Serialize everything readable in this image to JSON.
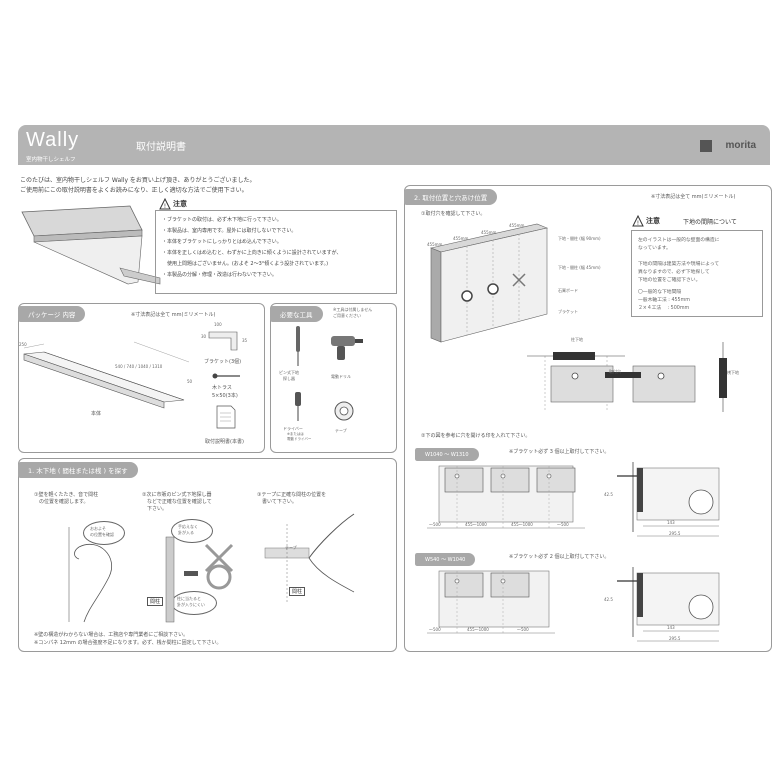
{
  "header": {
    "brand": "Wally",
    "brand_sub": "室内物干しシェルフ",
    "title": "取付説明書",
    "logo": "morita"
  },
  "intro": {
    "line1": "このたびは、室内物干しシェルフ Wally をお買い上げ頂き、ありがとうございました。",
    "line2": "ご使用前にこの取付説明書をよくお読みになり、正しく適切な方法でご使用下さい。"
  },
  "caution": {
    "label": "注意",
    "items": [
      "・ブラケットの取付は、必ず木下地に行って下さい。",
      "・本製品は、室内専用です。屋外には取付しないで下さい。",
      "・本体をブラケットにしっかりとはめ込んで下さい。",
      "・本体を正しくはめ込むと、わずかに上向きに傾くように設計されていますが、",
      "　使用上問題はございません。(およそ 2～3°傾くよう設計されています。)",
      "・本製品の分解・修理・改造は行わないで下さい。"
    ]
  },
  "package": {
    "tab": "パッケージ 内容",
    "unit_note": "※寸法表記は全て mm(ミリメートル)",
    "body_label": "本体",
    "body_dims": "540 / 740 / 1040 / 1310",
    "dim_left": "250",
    "dim_right": "50",
    "bracket_label": "ブラケット(3個)",
    "bracket_dims": [
      "100",
      "30",
      "35"
    ],
    "screw_label": "木トラス",
    "screw_size": "5×50(3本)",
    "manual_label": "取付説明書(本書)"
  },
  "tools": {
    "tab": "必要な工具",
    "tab_note": "※工具は付属しません\nご用意ください",
    "pin_finder": "ピン式下地\n探し器",
    "drill": "電動ドリル",
    "driver": "ドライバー",
    "driver_note": "※またはは\n電動ドライバー",
    "tape": "テープ"
  },
  "section1": {
    "tab": "1. 木下地 ( 間柱または桟 ) を探す",
    "step1": "①壁を軽くたたき、音で間柱\n　の位置を確認します。",
    "step1_bubble": "おおよそ\nの位置を確認",
    "step2": "②次に市販のピン式下地探し器\n　などで正確な位置を確認して\n　下さい。",
    "step2_bubble_top": "手応えなく\n針が入る",
    "step2_bubble_bottom": "柱に当たると\n針が入りにくい",
    "step2_label": "間柱",
    "step3": "③テープに正確な間柱の位置を\n　書いて下さい。",
    "step3_tape": "テープ",
    "step3_label": "間柱",
    "note1": "※壁の構造がわからない場合は、工務店や専門業者にご相談下さい。",
    "note2": "※コンパネ 12mm の場合強度不足になります。必ず、桟か間柱に固定して下さい。"
  },
  "section2": {
    "tab": "2. 取付位置と穴あけ位置",
    "unit_note": "※寸法表記は全て mm(ミリメートル)",
    "step1": "①取付穴を確認して下さい。",
    "dims": [
      "455mm",
      "455mm",
      "455mm",
      "455mm"
    ],
    "label_stud90": "下地・間柱 (幅 90mm)",
    "label_stud45": "下地・間柱 (幅 45mm)",
    "label_board": "石膏ボード",
    "label_bracket": "ブラケット",
    "caution_label": "注意",
    "caution_title": "下地の間隔について",
    "caution_text": [
      "左のイラストは一般的な壁面の構造に",
      "なっています。",
      "",
      "下地の間隔は建築方法や現場によって",
      "異なりますので、必ず下地探して",
      "下地の位置をご確認下さい。"
    ],
    "general_title": "〇一般的な下地間隔",
    "general_1": "一般木軸工法 : 455mm",
    "general_2": "２×４工法　 : 500mm",
    "upper_label": "柱下地",
    "lower_label": "桟下地",
    "hole_label": "取付穴",
    "step2": "②下の図を参考に穴を開ける印を入れて下さい。",
    "modelA": "W1040 ～ W1310",
    "modelA_note": "※ブラケット必ず 3 個以上取付して下さい。",
    "modelA_dims": [
      "～500",
      "455～1000",
      "455～1000",
      "～500"
    ],
    "modelB": "W540 ～ W1040",
    "modelB_note": "※ブラケット必ず 2 個以上取付して下さい。",
    "modelB_dims": [
      "～500",
      "455～1000",
      "～500"
    ],
    "side_dims": [
      "42.5",
      "143",
      "295.5"
    ]
  }
}
